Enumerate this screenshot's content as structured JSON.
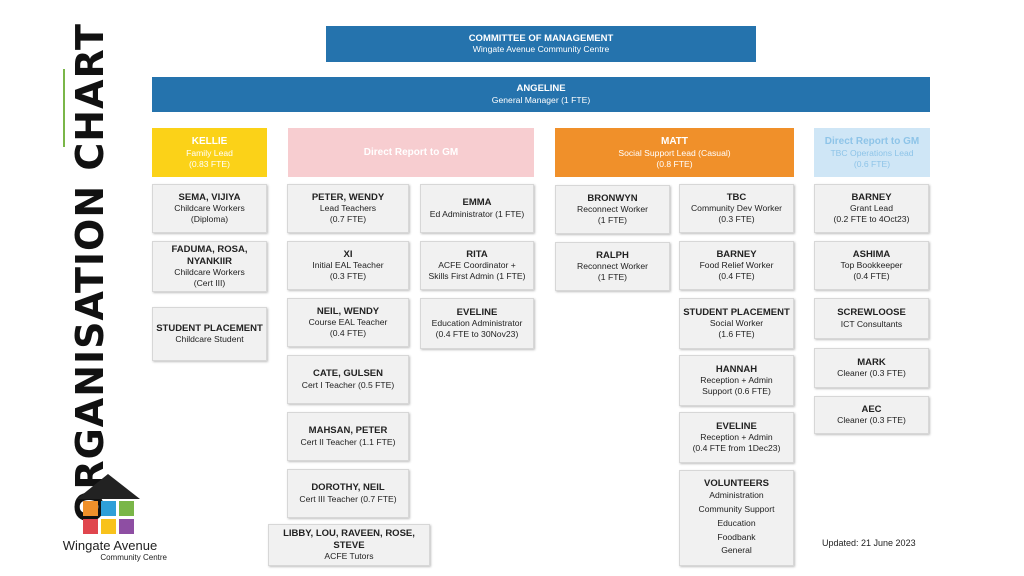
{
  "page_title": "ORGANISATION CHART",
  "updated": "Updated: 21 June 2023",
  "logo": {
    "name": "Wingate Avenue",
    "sub": "Community Centre"
  },
  "committee": {
    "name": "COMMITTEE OF MANAGEMENT",
    "role": "Wingate Avenue Community Centre"
  },
  "gm": {
    "name": "ANGELINE",
    "role": "General Manager (1 FTE)"
  },
  "heads": {
    "kellie": {
      "name": "KELLIE",
      "role": "Family Lead\n(0.83 FTE)"
    },
    "direct": {
      "name": "Direct Report to GM"
    },
    "matt": {
      "name": "MATT",
      "role": "Social Support Lead (Casual)\n(0.8 FTE)"
    },
    "ops": {
      "name": "Direct Report to GM",
      "role": "TBC Operations Lead\n(0.6 FTE)"
    }
  },
  "col1": [
    {
      "name": "SEMA, VIJIYA",
      "role": "Childcare Workers\n(Diploma)"
    },
    {
      "name": "FADUMA, ROSA,\nNYANKIIR",
      "role": "Childcare Workers\n(Cert III)"
    },
    {
      "name": "STUDENT PLACEMENT",
      "role": "Childcare Student"
    }
  ],
  "col2": [
    {
      "name": "PETER, WENDY",
      "role": "Lead Teachers\n(0.7 FTE)"
    },
    {
      "name": "XI",
      "role": "Initial EAL Teacher\n(0.3 FTE)"
    },
    {
      "name": "NEIL, WENDY",
      "role": "Course EAL Teacher\n(0.4 FTE)"
    },
    {
      "name": "CATE, GULSEN",
      "role": "Cert I Teacher (0.5 FTE)"
    },
    {
      "name": "MAHSAN, PETER",
      "role": "Cert II Teacher (1.1 FTE)"
    },
    {
      "name": "DOROTHY, NEIL",
      "role": "Cert III Teacher (0.7 FTE)"
    },
    {
      "name": "LIBBY, LOU, RAVEEN, ROSE, STEVE",
      "role": "ACFE Tutors"
    }
  ],
  "col3": [
    {
      "name": "EMMA",
      "role": "Ed Administrator (1 FTE)"
    },
    {
      "name": "RITA",
      "role": "ACFE Coordinator +\nSkills First Admin (1 FTE)"
    },
    {
      "name": "EVELINE",
      "role": "Education Administrator\n(0.4 FTE to 30Nov23)"
    }
  ],
  "col4": [
    {
      "name": "BRONWYN",
      "role": "Reconnect Worker\n(1 FTE)"
    },
    {
      "name": "RALPH",
      "role": "Reconnect Worker\n(1 FTE)"
    }
  ],
  "col5": [
    {
      "name": "TBC",
      "role": "Community Dev Worker\n(0.3 FTE)"
    },
    {
      "name": "BARNEY",
      "role": "Food Relief Worker\n(0.4 FTE)"
    },
    {
      "name": "STUDENT PLACEMENT",
      "role": "Social Worker\n(1.6 FTE)"
    },
    {
      "name": "HANNAH",
      "role": "Reception + Admin\nSupport (0.6 FTE)"
    },
    {
      "name": "EVELINE",
      "role": "Reception + Admin\n(0.4 FTE from 1Dec23)"
    },
    {
      "name": "VOLUNTEERS",
      "role": "Administration\nCommunity Support\nEducation\nFoodbank\nGeneral"
    }
  ],
  "col6": [
    {
      "name": "BARNEY",
      "role": "Grant Lead\n(0.2 FTE to 4Oct23)"
    },
    {
      "name": "ASHIMA",
      "role": "Top Bookkeeper\n(0.4 FTE)"
    },
    {
      "name": "SCREWLOOSE",
      "role": "ICT Consultants"
    },
    {
      "name": "MARK",
      "role": "Cleaner (0.3 FTE)"
    },
    {
      "name": "AEC",
      "role": "Cleaner (0.3 FTE)"
    }
  ],
  "colors": {
    "committee": "#2573ad",
    "gm": "#2573ad",
    "kellie": "#fbd218",
    "direct": "#f7cdd0",
    "matt": "#f0902a",
    "ops": "#cfe6f6",
    "ops_text": "#8ec4e8",
    "card": "#f1f1f1",
    "logo_roof": "#222222",
    "logo_squares": [
      "#f0902a",
      "#2f9fd8",
      "#7ab648",
      "#e0464e",
      "#f8c21b",
      "#8e4ea3"
    ]
  }
}
